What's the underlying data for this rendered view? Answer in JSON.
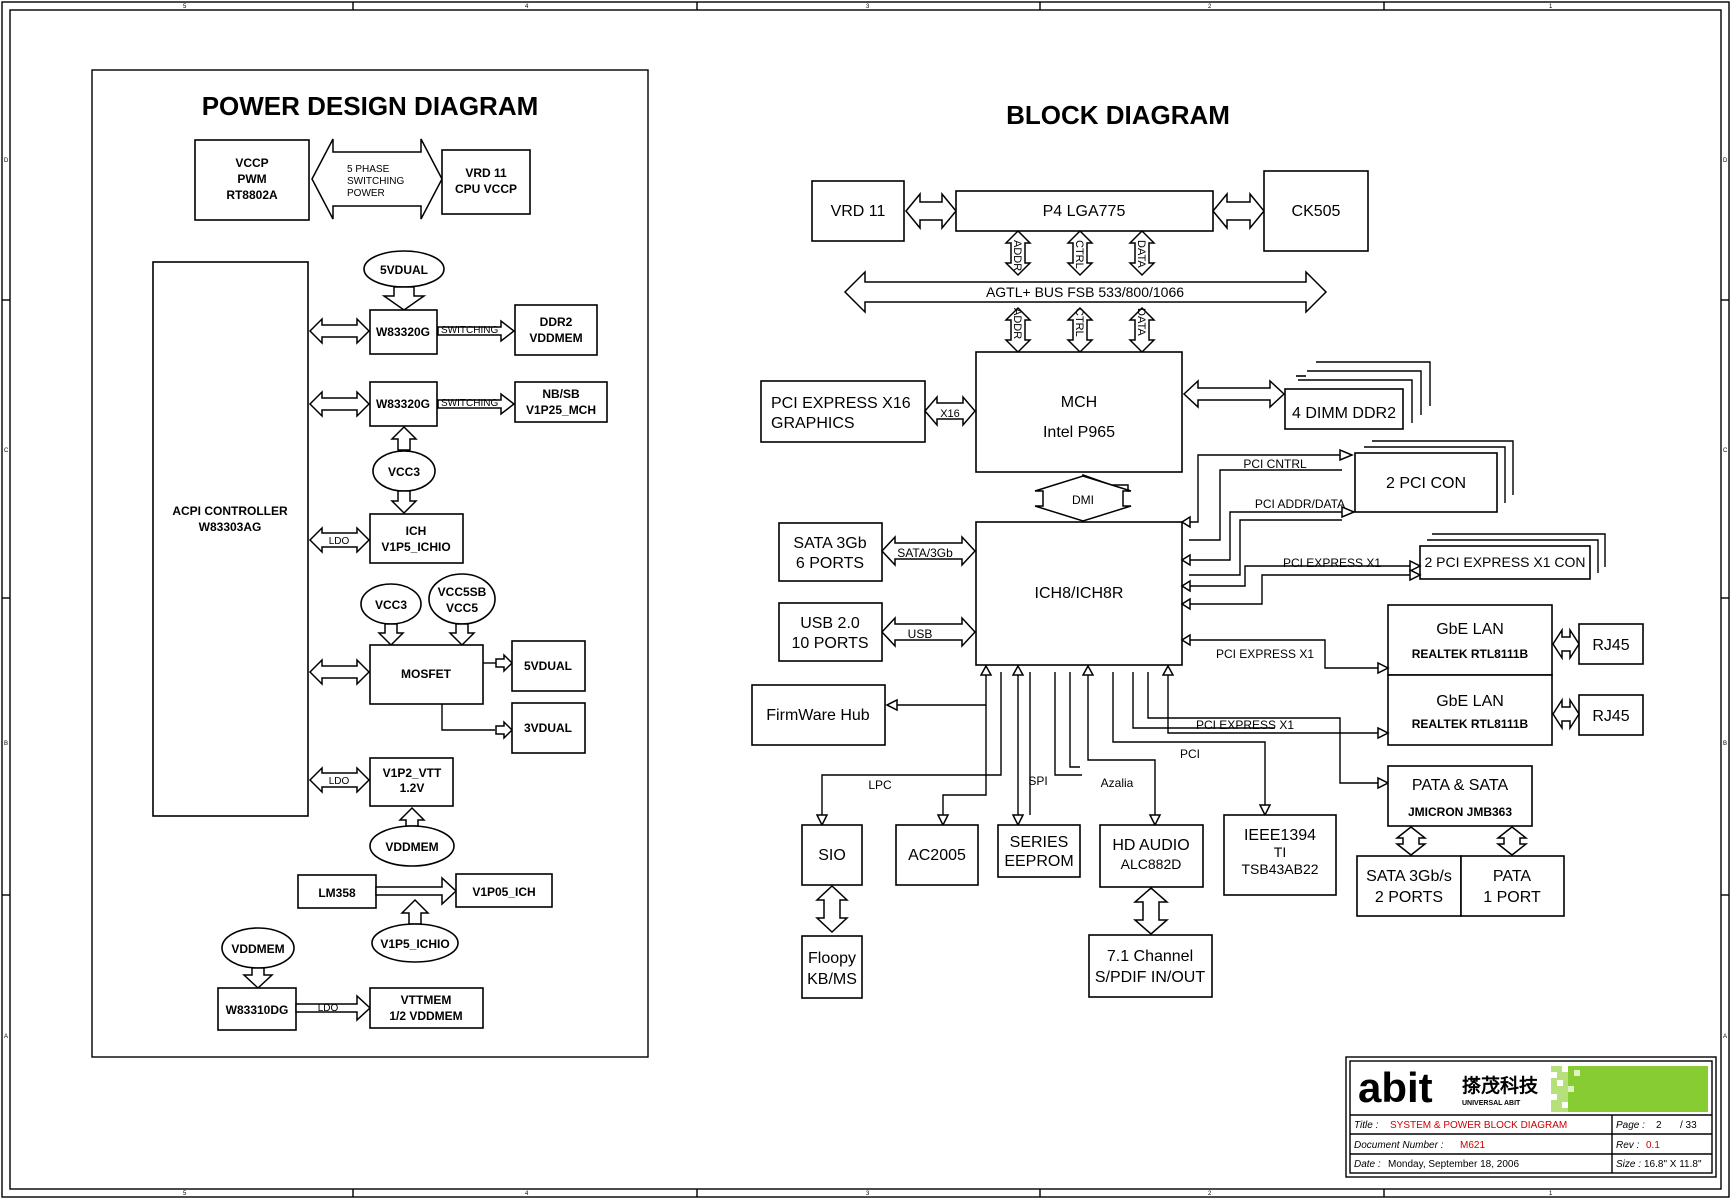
{
  "border_labels": {
    "top": [
      "5",
      "4",
      "3",
      "2",
      "1"
    ],
    "side": [
      "D",
      "C",
      "B",
      "A"
    ]
  },
  "power": {
    "title": "POWER DESIGN DIAGRAM",
    "vccp": [
      "VCCP",
      "PWM",
      "RT8802A"
    ],
    "phase": [
      "5 PHASE",
      "SWITCHING",
      "POWER"
    ],
    "vrd": [
      "VRD 11",
      "CPU VCCP"
    ],
    "acpi": [
      "ACPI CONTROLLER",
      "W83303AG"
    ],
    "src_5vdual": "5VDUAL",
    "w1": "W83320G",
    "switching": "SWITCHING",
    "ddr2": [
      "DDR2",
      "VDDMEM"
    ],
    "w2": "W83320G",
    "nbsb": [
      "NB/SB",
      "V1P25_MCH"
    ],
    "vcc3_a": "VCC3",
    "ldo": "LDO",
    "ich": [
      "ICH",
      "V1P5_ICHIO"
    ],
    "vcc3_b": "VCC3",
    "vcc5sb": [
      "VCC5SB",
      "VCC5"
    ],
    "mosfet": "MOSFET",
    "out_5vdual": "5VDUAL",
    "out_3vdual": "3VDUAL",
    "vtt": [
      "V1P2_VTT",
      "1.2V"
    ],
    "vddmem_a": "VDDMEM",
    "lm358": "LM358",
    "v1p05": "V1P05_ICH",
    "v1p5_ichio": "V1P5_ICHIO",
    "vddmem_b": "VDDMEM",
    "w83310": "W83310DG",
    "vttmem": [
      "VTTMEM",
      "1/2  VDDMEM"
    ]
  },
  "block": {
    "title": "BLOCK DIAGRAM",
    "vrd11": "VRD 11",
    "cpu": "P4 LGA775",
    "ck505": "CK505",
    "addr": "ADDR",
    "ctrl": "CTRL",
    "data": "DATA",
    "bus": "AGTL+ BUS     FSB 533/800/1066",
    "pcie16": [
      "PCI EXPRESS X16",
      "GRAPHICS"
    ],
    "x16": "X16",
    "mch": [
      "MCH",
      "Intel P965"
    ],
    "dimm": "4 DIMM DDR2",
    "pci_cntrl": "PCI CNTRL",
    "pci_addr": "PCI ADDR/DATA",
    "pci_con": "2 PCI CON",
    "dmi": "DMI",
    "sata": [
      "SATA 3Gb",
      "6 PORTS"
    ],
    "sata_lbl": "SATA/3Gb",
    "ich": "ICH8/ICH8R",
    "pcie_x1_con_lbl": "PCI EXPRESS X1",
    "pcie_x1_con": "2 PCI  EXPRESS  X1  CON",
    "usb": [
      "USB 2.0",
      "10 PORTS"
    ],
    "usb_lbl": "USB",
    "gbe1": [
      "GbE LAN",
      "REALTEK RTL8111B"
    ],
    "gbe2": [
      "GbE LAN",
      "REALTEK RTL8111B"
    ],
    "rj45_1": "RJ45",
    "rj45_2": "RJ45",
    "pcie_x1_a": "PCI EXPRESS X1",
    "pcie_x1_b": "PCI EXPRESS X1",
    "firmware": "FirmWare Hub",
    "lpc": "LPC",
    "spi": "SPI",
    "azalia": "Azalia",
    "pci": "PCI",
    "sio": "SIO",
    "ac2005": "AC2005",
    "eeprom": [
      "SERIES",
      "EEPROM"
    ],
    "hdaudio": [
      "HD AUDIO",
      "ALC882D"
    ],
    "ieee": [
      "IEEE1394",
      "TI",
      "TSB43AB22"
    ],
    "pata": [
      "PATA & SATA",
      "JMICRON JMB363"
    ],
    "sata_ports": [
      "SATA 3Gb/s",
      "2 PORTS"
    ],
    "pata_port": [
      "PATA",
      "1 PORT"
    ],
    "floppy": [
      "Floopy",
      "KB/MS"
    ],
    "channel71": [
      "7.1 Channel",
      "S/PDIF IN/OUT"
    ]
  },
  "title_block": {
    "logo": "abit",
    "logo_cn": "搽茂科技",
    "logo_sub": "UNIVERSAL ABIT",
    "title_label": "Title :",
    "title_value": "SYSTEM & POWER BLOCK DIAGRAM",
    "doc_label": "Document Number :",
    "doc_value": "M621",
    "date_label": "Date :",
    "date_value": "Monday, September 18, 2006",
    "page_label": "Page :",
    "page_value": "2",
    "page_total": "/ 33",
    "rev_label": "Rev :",
    "rev_value": "0.1",
    "size_label": "Size :",
    "size_value": "16.8\" X 11.8\""
  },
  "colors": {
    "accent_red": "#cc0000",
    "logo_green": "#88cc33"
  }
}
